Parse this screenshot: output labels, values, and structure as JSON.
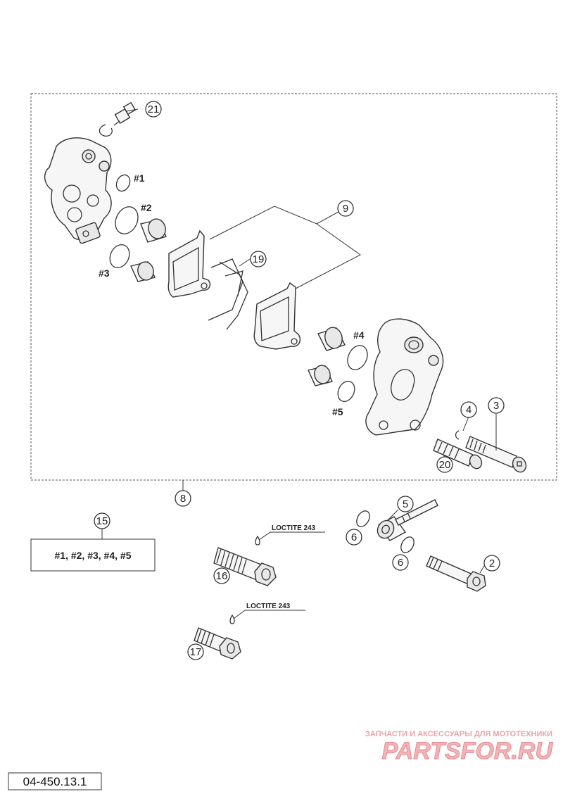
{
  "diagram": {
    "callouts": {
      "c21": "21",
      "c9": "9",
      "c19": "19",
      "c4": "4",
      "c3": "3",
      "c20": "20",
      "c8": "8",
      "c15": "15",
      "c5": "5",
      "c6a": "6",
      "c6b": "6",
      "c2": "2",
      "c16": "16",
      "c17": "17"
    },
    "seal_labels": {
      "s1": "#1",
      "s2": "#2",
      "s3": "#3",
      "s4": "#4",
      "s5": "#5"
    },
    "kit_contents": "#1, #2, #3, #4, #5",
    "loctite_1": "LOCTITE 243",
    "loctite_2": "LOCTITE 243"
  },
  "watermark": {
    "subtitle": "ЗАПЧАСТИ И АКСЕССУАРЫ ДЛЯ МОТОТЕХНИКИ",
    "brand": "PARTSFOR.RU",
    "accent_color": "#e48a90"
  },
  "figure_code": "04-450.13.1"
}
